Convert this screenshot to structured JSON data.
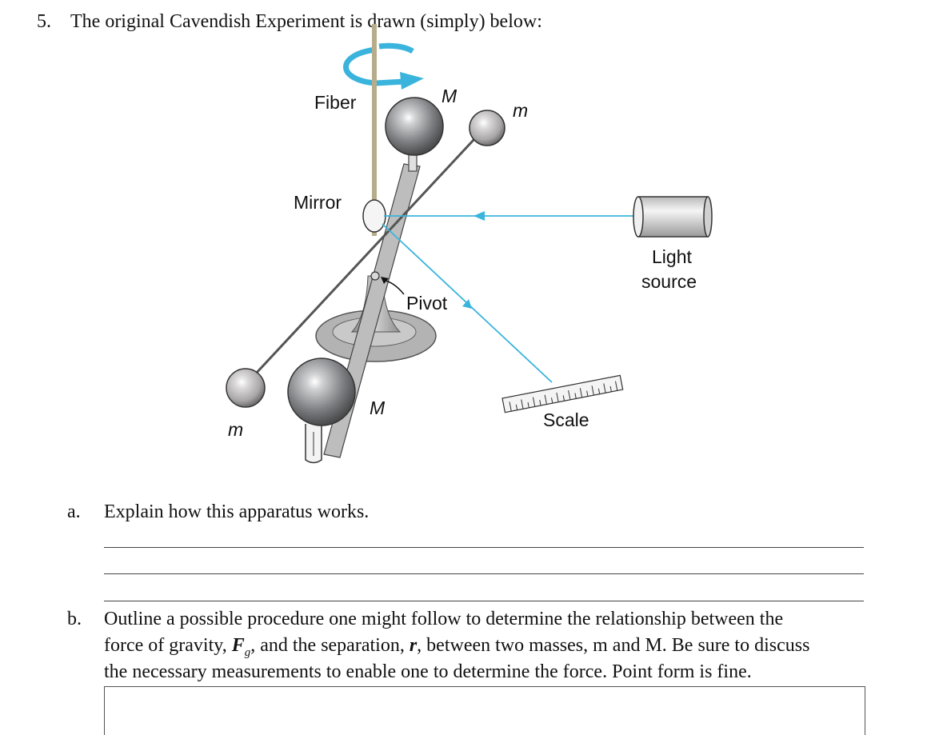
{
  "question": {
    "number": "5.",
    "title": "The original Cavendish Experiment is drawn (simply) below:"
  },
  "diagram": {
    "labels": {
      "fiber": "Fiber",
      "mirror": "Mirror",
      "pivot": "Pivot",
      "light_source_line1": "Light",
      "light_source_line2": "source",
      "scale": "Scale",
      "big_mass_top": "M",
      "big_mass_bottom": "M",
      "small_mass_top": "m",
      "small_mass_bottom": "m"
    },
    "colors": {
      "fiber": "#b8ad8a",
      "light_beam": "#3ab4dc",
      "rotation_arrow": "#3ab4dc",
      "sphere_big": "#7d7f82",
      "sphere_small": "#b3b1b3",
      "stand": "#a5a5a5"
    }
  },
  "part_a": {
    "letter": "a.",
    "text": "Explain how this apparatus works."
  },
  "part_b": {
    "letter": "b.",
    "line1": "Outline a possible procedure one might follow to determine the relationship between the",
    "line2_pre": "force of gravity, ",
    "line2_F": "F",
    "line2_sub": "g",
    "line2_mid": ", and the separation, ",
    "line2_r": "r",
    "line2_post": ", between two masses, m and M.  Be sure to discuss",
    "line3": "the necessary measurements to enable one to determine the force. Point form is fine."
  }
}
